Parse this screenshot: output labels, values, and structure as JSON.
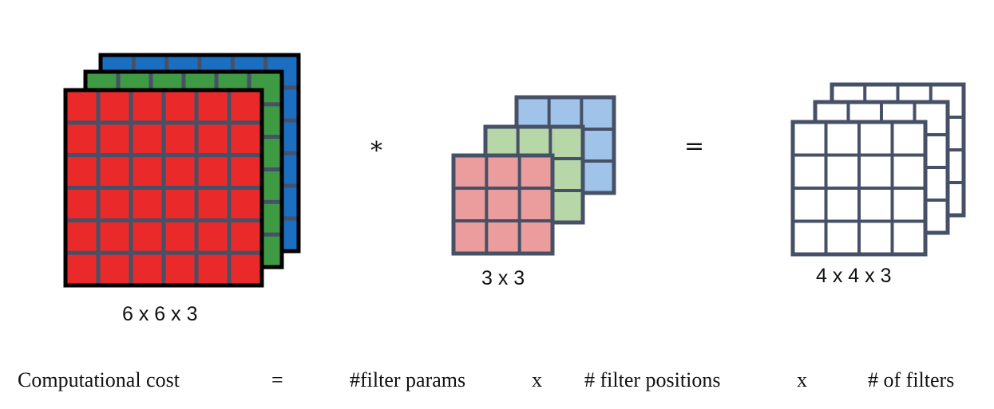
{
  "input": {
    "label": "6 x 6 x 3",
    "rows": 6,
    "cols": 6,
    "channel_colors": [
      "#1a6fc0",
      "#3f9a44",
      "#ea2a2a"
    ]
  },
  "filter": {
    "label": "3 x 3",
    "rows": 3,
    "cols": 3,
    "channel_colors": [
      "#a0c3ea",
      "#b7d7a8",
      "#eb9c9c"
    ]
  },
  "output": {
    "label": "4 x 4 x 3",
    "rows": 4,
    "cols": 4,
    "channel_colors": [
      "#ffffff",
      "#ffffff",
      "#ffffff"
    ]
  },
  "grid_color": "#465066",
  "operators": {
    "convolve": "*",
    "equals": "="
  },
  "equation": {
    "lhs": "Computational cost",
    "equals": "=",
    "term1": "#filter params",
    "times1": "x",
    "term2": "# filter positions",
    "times2": "x",
    "term3": "# of filters"
  }
}
